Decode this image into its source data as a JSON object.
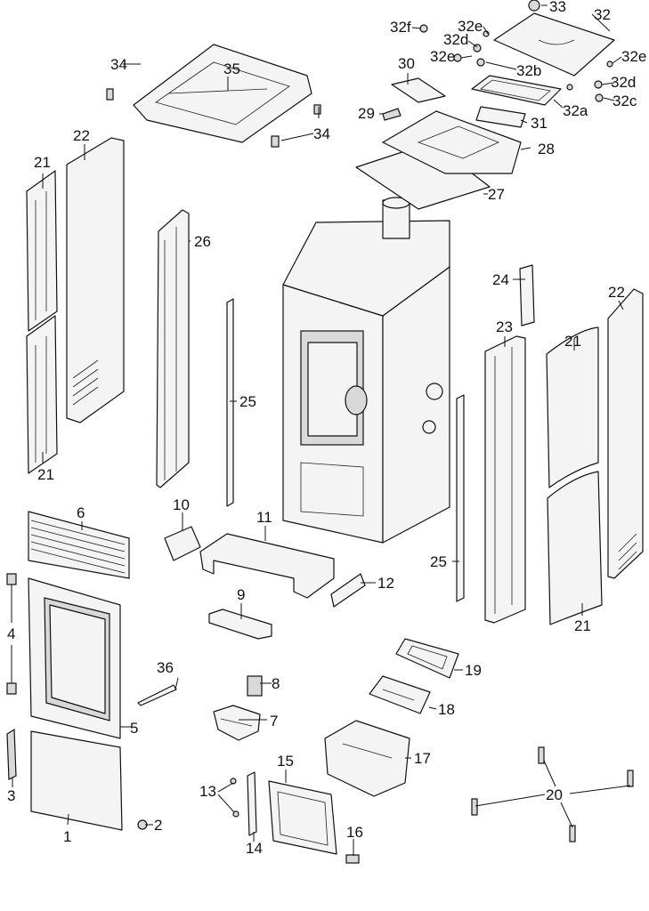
{
  "callouts": {
    "c1": "1",
    "c2": "2",
    "c3": "3",
    "c4": "4",
    "c5": "5",
    "c6": "6",
    "c7": "7",
    "c8": "8",
    "c9": "9",
    "c10": "10",
    "c11": "11",
    "c12": "12",
    "c13": "13",
    "c14": "14",
    "c15": "15",
    "c16": "16",
    "c17": "17",
    "c18": "18",
    "c19": "19",
    "c20": "20",
    "c21a": "21",
    "c21b": "21",
    "c21c": "21",
    "c21d": "21",
    "c22a": "22",
    "c22b": "22",
    "c23": "23",
    "c24": "24",
    "c25a": "25",
    "c25b": "25",
    "c26": "26",
    "c27": "27",
    "c28": "28",
    "c29": "29",
    "c30": "30",
    "c31": "31",
    "c32": "32",
    "c32a": "32a",
    "c32b": "32b",
    "c32c": "32c",
    "c32d_a": "32d",
    "c32d_b": "32d",
    "c32e_a": "32e",
    "c32e_b": "32e",
    "c32e_c": "32e",
    "c32f": "32f",
    "c33": "33",
    "c34a": "34",
    "c34b": "34",
    "c35": "35",
    "c36": "36"
  }
}
